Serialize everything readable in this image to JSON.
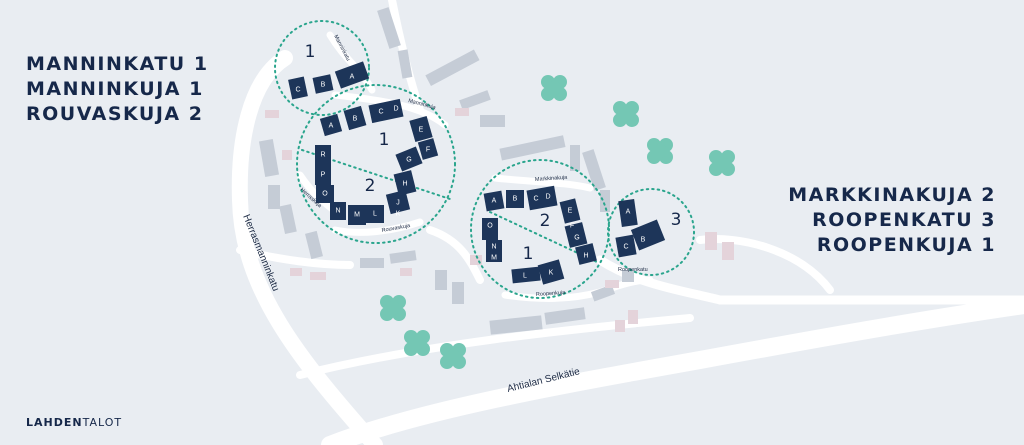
{
  "address_groups": {
    "left": [
      "MANNINKATU 1",
      "MANNINKUJA 1",
      "ROUVASKUJA 2"
    ],
    "right": [
      "MARKKINAKUJA 2",
      "ROOPENKATU 3",
      "ROOPENKUJA 1"
    ]
  },
  "logo": {
    "bold": "LAHDEN",
    "light": "TALOT"
  },
  "streets": {
    "herrasmanninkatu": "Herrasmanninkatu",
    "ahtiala": "Ahtialan Selkätie",
    "manninkatu": "Manninkatu",
    "manninkuja": "Manninkuja",
    "herraskuja": "Herraskuja",
    "rouvaskuja": "Rouvaskuja",
    "markkinakuja": "Markkinakuja",
    "roopenkuja": "Roopenkuja",
    "roopenkatu": "Roopenkatu"
  },
  "areas": {
    "manninkatu": {
      "number": "1",
      "buildings": [
        "A",
        "B",
        "C"
      ]
    },
    "manninkuja_north": {
      "number": "1",
      "buildings": [
        "A",
        "B",
        "C",
        "D",
        "E",
        "F",
        "G"
      ]
    },
    "rouvaskuja": {
      "number": "2",
      "buildings": [
        "H",
        "J",
        "K",
        "L",
        "M",
        "N",
        "O",
        "P",
        "R"
      ]
    },
    "markkinakuja_north": {
      "number": "2",
      "buildings": [
        "A",
        "B",
        "C",
        "D",
        "E",
        "F",
        "G",
        "H"
      ]
    },
    "markkinakuja_south": {
      "number": "1",
      "buildings": [
        "K",
        "L",
        "M",
        "N",
        "O"
      ]
    },
    "roopenkuja": {
      "number": "3",
      "buildings": [
        "A",
        "B",
        "C"
      ]
    }
  },
  "colors": {
    "background": "#e9edf2",
    "road": "#ffffff",
    "building": "#1d3559",
    "gray_building": "#c5ccd6",
    "pink_building": "#e4d3da",
    "tree": "#74c7b4",
    "circle_outline": "#2aa58d",
    "text": "#16284a"
  }
}
